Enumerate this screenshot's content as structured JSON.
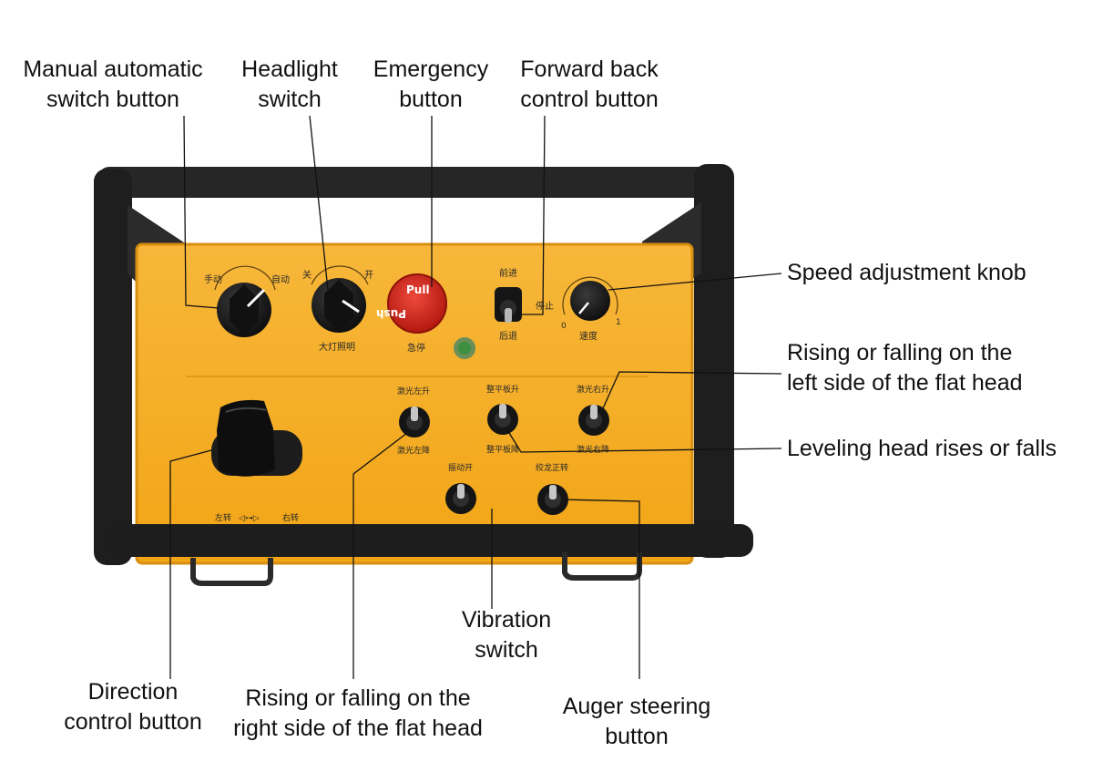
{
  "colors": {
    "panel": "#f5ae1e",
    "panel_edge": "#d88f10",
    "frame": "#232323",
    "knob": "#141414",
    "estop": "#d8241b",
    "led": "#3e8f40"
  },
  "callouts": {
    "manual_auto": [
      "Manual automatic",
      "switch button"
    ],
    "headlight": [
      "Headlight",
      "switch"
    ],
    "emergency": [
      "Emergency",
      "button"
    ],
    "forward_back": [
      "Forward back",
      "control button"
    ],
    "speed": [
      "Speed adjustment knob"
    ],
    "left_flat_head": [
      "Rising or falling on the",
      "left side of the flat head"
    ],
    "leveling_head": [
      "Leveling head rises or falls"
    ],
    "vibration": [
      "Vibration",
      "switch"
    ],
    "direction": [
      "Direction",
      "control button"
    ],
    "right_flat_head": [
      "Rising or falling on the",
      "right side of the flat head"
    ],
    "auger": [
      "Auger steering",
      "button"
    ]
  },
  "panel_labels": {
    "manual": "手动",
    "auto": "自动",
    "off": "关",
    "on": "开",
    "headlight": "大灯照明",
    "estop_pull": "Pull",
    "estop_push": "Push",
    "estop": "急停",
    "forward": "前进",
    "stop": "停止",
    "back": "后退",
    "speed_min": "0",
    "speed_max": "1",
    "speed": "速度",
    "laser_left_up": "激光左升",
    "laser_left_down": "激光左降",
    "level_up": "整平板升",
    "level_down": "整平板降",
    "laser_right_up": "激光右升",
    "laser_right_down": "激光右降",
    "vibration": "振动开",
    "auger": "绞龙正转",
    "turn_left": "左转",
    "turn_right": "右转"
  }
}
